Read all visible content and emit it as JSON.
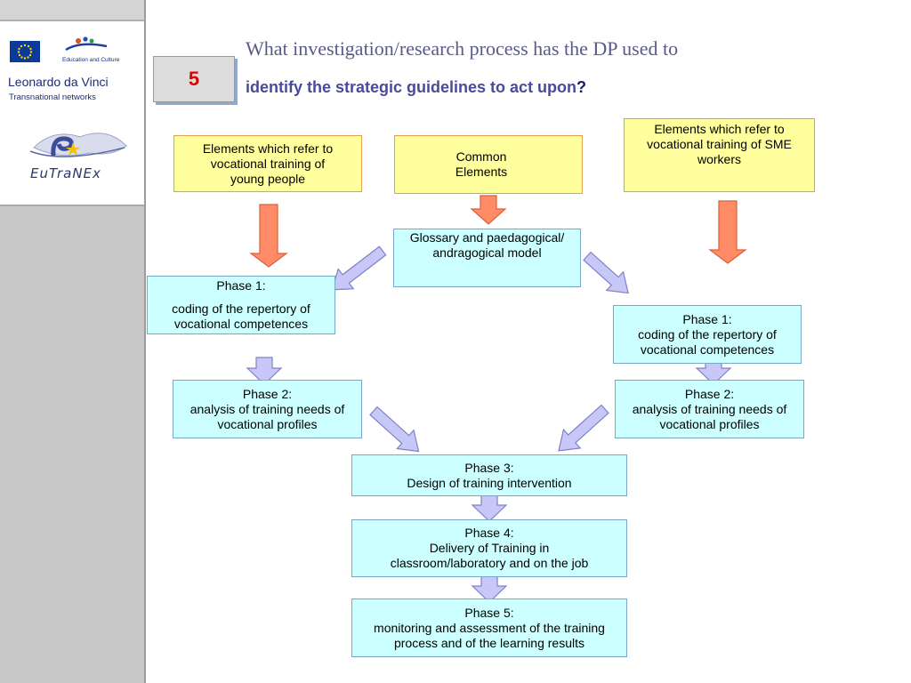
{
  "sidebar": {
    "logos": {
      "edu_culture": "Education and Culture",
      "program_title": "Leonardo da Vinci",
      "program_subtitle": "Transnational networks",
      "network_name": "EuTraNEx"
    }
  },
  "slide": {
    "number": "5",
    "title_line1": "What investigation/research process has the DP used to",
    "title_line2": "identify the strategic guidelines to act upon",
    "title_line2_end": "?"
  },
  "diagram": {
    "left_header": [
      "Elements which refer to",
      "vocational training of",
      "young people"
    ],
    "common_header": [
      "Common",
      "Elements"
    ],
    "right_header": [
      "Elements which refer to",
      "vocational training of SME",
      "workers"
    ],
    "glossary": [
      "Glossary and  paedagogical/",
      "andragogical  model"
    ],
    "left_phase1": [
      "Phase 1:",
      "coding of the repertory of",
      "vocational competences"
    ],
    "right_phase1": [
      "Phase 1:",
      "coding of the repertory of",
      "vocational competences"
    ],
    "left_phase2": [
      "Phase 2:",
      "analysis of training needs of",
      "vocational profiles"
    ],
    "right_phase2": [
      "Phase 2:",
      "analysis of training needs of",
      "vocational profiles"
    ],
    "phase3": [
      "Phase 3:",
      "Design of training intervention"
    ],
    "phase4": [
      "Phase 4:",
      "Delivery of Training in",
      "classroom/laboratory and on the job"
    ],
    "phase5": [
      "Phase 5:",
      "monitoring and assessment of the training",
      "process and of the learning results"
    ]
  },
  "colors": {
    "yellow_box": "#ffff9e",
    "cyan_box": "#ccffff",
    "orange_arrow": "#ff8c66",
    "lavender_arrow": "#c8c8f8",
    "number": "#e00000"
  }
}
